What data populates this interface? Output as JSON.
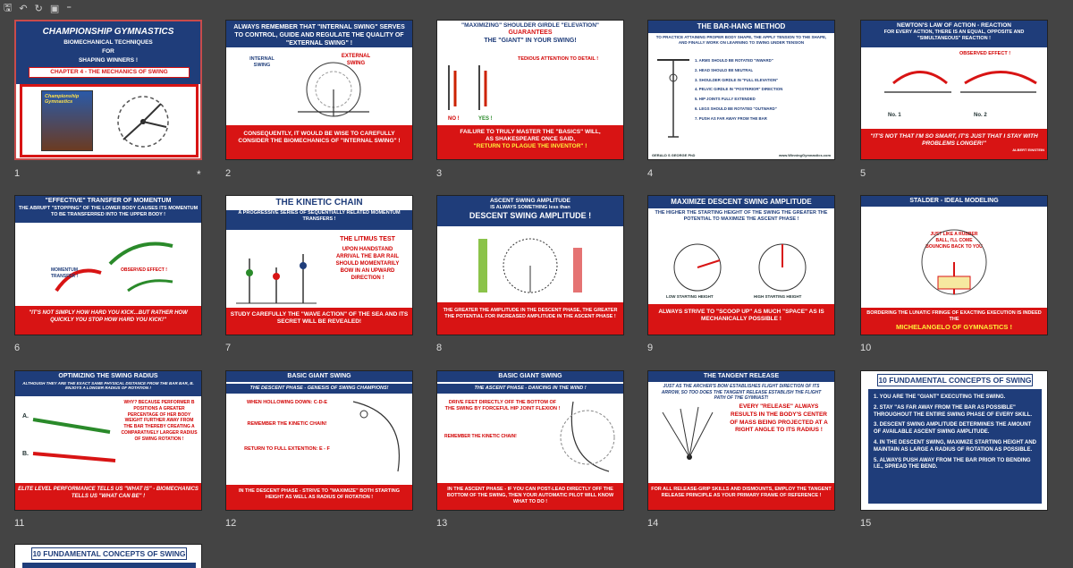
{
  "qat": {
    "save": "🖫",
    "undo": "↶",
    "redo": "↻",
    "present": "▣",
    "more": "⁼"
  },
  "numbers": [
    "1",
    "2",
    "3",
    "4",
    "5",
    "6",
    "7",
    "8",
    "9",
    "10",
    "11",
    "12",
    "13",
    "14",
    "15"
  ],
  "star": "*",
  "s1": {
    "title": "CHAMPIONSHIP GYMNASTICS",
    "sub": "BIOMECHANICAL TECHNIQUES",
    "for": "FOR",
    "sub2": "SHAPING WINNERS !",
    "chapter": "CHAPTER 4 - THE MECHANICS OF SWING",
    "book": "Championship Gymnastics"
  },
  "s2": {
    "top": "ALWAYS REMEMBER THAT \"INTERNAL SWING\" SERVES TO CONTROL, GUIDE AND REGULATE THE QUALITY OF \"EXTERNAL SWING\" !",
    "left": "INTERNAL SWING",
    "right": "EXTERNAL SWING",
    "bottom": "CONSEQUENTLY, IT WOULD BE WISE TO CAREFULLY CONSIDER THE BIOMECHANICS OF \"INTERNAL SWING\" !"
  },
  "s3": {
    "top1": "\"MAXIMIZING\" SHOULDER GIRDLE \"ELEVATION\"",
    "top2": "GUARANTEES",
    "top3": "THE \"GIANT\" IN YOUR SWING!",
    "detail": "TEDIOUS ATTENTION TO DETAIL !",
    "no": "NO !",
    "yes": "YES !",
    "bottom1": "FAILURE TO TRULY MASTER THE \"BASICS\" WILL,",
    "bottom2": "AS SHAKESPEARE ONCE SAID,",
    "bottom3": "\"RETURN TO PLAGUE THE INVENTOR\" !"
  },
  "s4": {
    "title": "THE BAR-HANG METHOD",
    "sub": "TO PRACTICE ATTAINING PROPER BODY SHAPE, THE APPLY TENSION TO THE SHAPE, AND FINALLY WORK ON LEARNING TO SWING UNDER TENSION",
    "items": [
      "1. ARMS SHOULD BE ROTATED \"INWARD\"",
      "2. HEAD SHOULD BE NEUTRAL",
      "3. SHOULDER GIRDLE IN \"FULL ELEVATION\"",
      "4. PELVIC GIRDLE IN \"POSTERIOR\" DIRECTION",
      "5. HIP JOINTS FULLY EXTENDED",
      "6. LEGS SHOULD BE ROTATED \"OUTWARD\"",
      "7. PUSH AS FAR AWAY FROM THE BAR"
    ],
    "footer": "GERALD S GEORGE PhD"
  },
  "s5": {
    "title": "NEWTON'S LAW OF ACTION - REACTION",
    "sub": "FOR EVERY ACTION, THERE IS AN EQUAL, OPPOSITE AND \"SIMULTANEOUS\" REACTION !",
    "observed": "OBSERVED EFFECT !",
    "no1": "No. 1",
    "no2": "No. 2",
    "bottom": "\"IT'S NOT THAT I'M SO SMART, IT'S JUST THAT I STAY WITH PROBLEMS LONGER!\"",
    "author": "ALBERT EINSTEIN"
  },
  "s6": {
    "title": "\"EFFECTIVE\" TRANSFER OF MOMENTUM",
    "sub": "THE ABRUPT \"STOPPING\" OF THE LOWER BODY CAUSES ITS MOMENTUM TO BE TRANSFERRED INTO THE UPPER BODY !",
    "momentum": "MOMENTUM TRANSFER !",
    "observer": "OBSERVED EFFECT !",
    "bottom": "\"IT'S NOT SIMPLY HOW HARD YOU KICK...BUT RATHER HOW QUICKLY YOU STOP HOW HARD YOU KICK!\""
  },
  "s7": {
    "title": "THE KINETIC CHAIN",
    "sub": "A PROGRESSIVE SERIES OF SEQUENTIALLY RELATED MOMENTUM TRANSFERS !",
    "litmus": "THE LITMUS TEST",
    "upon": "UPON HANDSTAND ARRIVAL THE BAR RAIL SHOULD MOMENTARILY BOW IN AN UPWARD DIRECTION !",
    "bottom": "STUDY CAREFULLY THE \"WAVE ACTION\" OF THE SEA AND ITS SECRET WILL BE REVEALED!"
  },
  "s8": {
    "title1": "ASCENT SWING AMPLITUDE",
    "title2": "IS ALWAYS SOMETHING less than",
    "title3": "DESCENT SWING AMPLITUDE !",
    "bottom": "THE GREATER THE AMPLITUDE IN THE DESCENT PHASE, THE GREATER THE POTENTIAL FOR INCREASED AMPLITUDE IN THE ASCENT PHASE !"
  },
  "s9": {
    "title": "MAXIMIZE DESCENT SWING AMPLITUDE",
    "sub": "THE HIGHER THE STARTING HEIGHT OF THE SWING THE GREATER THE POTENTIAL TO MAXIMIZE THE ASCENT PHASE !",
    "low": "LOW STARTING HEIGHT",
    "high": "HIGH STARTING HEIGHT",
    "bottom": "ALWAYS STRIVE TO \"SCOOP UP\" AS MUCH \"SPACE\" AS IS MECHANICALLY POSSIBLE !"
  },
  "s10": {
    "title": "STALDER - IDEAL MODELING",
    "note": "JUST LIKE A RUBBER BALL, I'LL COME BOUNCING BACK TO YOU",
    "bottom1": "BORDERING THE LUNATIC FRINGE OF EXACTING EXECUTION IS INDEED THE",
    "bottom2": "MICHELANGELO OF GYMNASTICS !"
  },
  "s11": {
    "title": "OPTIMIZING THE SWING RADIUS",
    "sub": "ALTHOUGH THEY ARE THE EXACT SAME PHYSICAL DISTANCE FROM THE BAR BAR, B. ENJOYS A LONGER RADIUS OF ROTATION !",
    "why": "WHY? BECAUSE PERFORMER B POSITIONS A GREATER PERCENTAGE OF HER BODY WEIGHT FURTHER AWAY FROM THE BAR THEREBY CREATING A COMPARATIVELY LARGER RADIUS OF SWING ROTATION !",
    "a": "A.",
    "b": "B.",
    "bottom": "ELITE LEVEL PERFORMANCE TELLS US \"WHAT IS\" - BIOMECHANICS TELLS US \"WHAT CAN BE\" !"
  },
  "s12": {
    "title": "BASIC GIANT SWING",
    "sub": "THE DESCENT PHASE - GENESIS OF SWING CHAMPIONS!",
    "t1": "WHEN HOLLOWING DOWN: C-D-E",
    "t2": "REMEMBER THE KINETIC CHAIN!",
    "t3": "RETURN TO FULL EXTENTION: E - F",
    "bottom": "IN THE DESCENT PHASE - STRIVE TO \"MAXIMIZE\" BOTH STARTING HEIGHT AS WELL AS RADIUS OF ROTATION !"
  },
  "s13": {
    "title": "BASIC GIANT SWING",
    "sub": "THE ASCENT PHASE - DANCING IN THE WIND !",
    "t1": "DRIVE FEET DIRECTLY OFF THE BOTTOM OF THE SWING BY FORCEFUL HIP JOINT FLEXION !",
    "t2": "REMEMBER THE KINETIC CHAIN!",
    "bottom": "IN THE ASCENT PHASE - IF YOU CAN POST-LEAD DIRECTLY OFF THE BOTTOM OF THE SWING, THEN YOUR AUTOMATIC PILOT WILL KNOW WHAT TO DO !"
  },
  "s14": {
    "title": "THE TANGENT RELEASE",
    "sub": "JUST AS THE ARCHER'S BOW ESTABLISHES FLIGHT DIRECTION OF ITS ARROW, SO TOO DOES THE TANGENT RELEASE ESTABLISH THE FLIGHT PATH OF THE GYMNAST!",
    "t1": "EVERY \"RELEASE\" ALWAYS RESULTS IN THE BODY'S CENTER OF MASS BEING PROJECTED AT A RIGHT ANGLE TO ITS RADIUS !",
    "bottom": "FOR ALL RELEASE-GRIP SKILLS AND DISMOUNTS, EMPLOY THE TANGENT RELEASE PRINCIPLE AS YOUR PRIMARY FRAME OF REFERENCE !"
  },
  "s15": {
    "title": "10 FUNDAMENTAL CONCEPTS OF SWING",
    "items": [
      "1. YOU ARE THE \"GIANT\" EXECUTING THE SWING.",
      "2. STAY \"AS FAR AWAY FROM THE BAR AS POSSIBLE\" THROUGHOUT THE ENTIRE SWING PHASE OF EVERY SKILL.",
      "3. DESCENT SWING AMPLITUDE DETERMINES THE AMOUNT OF AVAILABLE ASCENT SWING AMPLITUDE.",
      "4. IN THE DESCENT SWING, MAXIMIZE STARTING HEIGHT AND MAINTAIN AS LARGE A RADIUS OF ROTATION AS POSSIBLE.",
      "5. ALWAYS PUSH AWAY FROM THE BAR PRIOR TO BENDING I.E., SPREAD THE BEND."
    ]
  },
  "s16": {
    "title": "10 FUNDAMENTAL CONCEPTS OF SWING"
  },
  "footer_left": "GERALD S GEORGE PhD",
  "footer_right": "www.WinningGymnastics.com"
}
